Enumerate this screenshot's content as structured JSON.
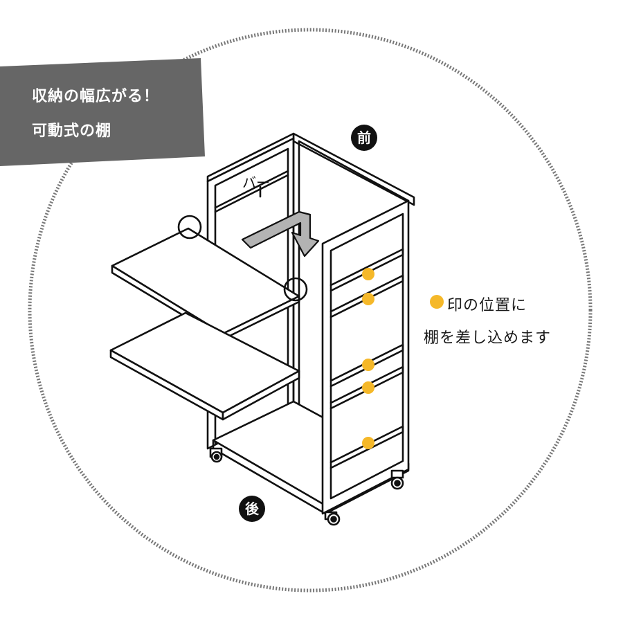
{
  "banner": {
    "line1": "収納の幅広がる！",
    "line2": "可動式の棚",
    "background": "#666666"
  },
  "note": {
    "line1": "印の位置に",
    "line2": "棚を差し込めます",
    "marker_color": "#f5b829"
  },
  "labels": {
    "bar": "バー",
    "front": "前",
    "back": "後"
  },
  "colors": {
    "outline": "#111111",
    "dashed_circle": "#777777",
    "arrow_fill": "#b3b3b3",
    "marker": "#f5b829"
  },
  "icons": [
    "dashed-circle-frame",
    "arrow-icon",
    "circle-highlight-icon",
    "caster-icon",
    "marker-dot-icon"
  ]
}
